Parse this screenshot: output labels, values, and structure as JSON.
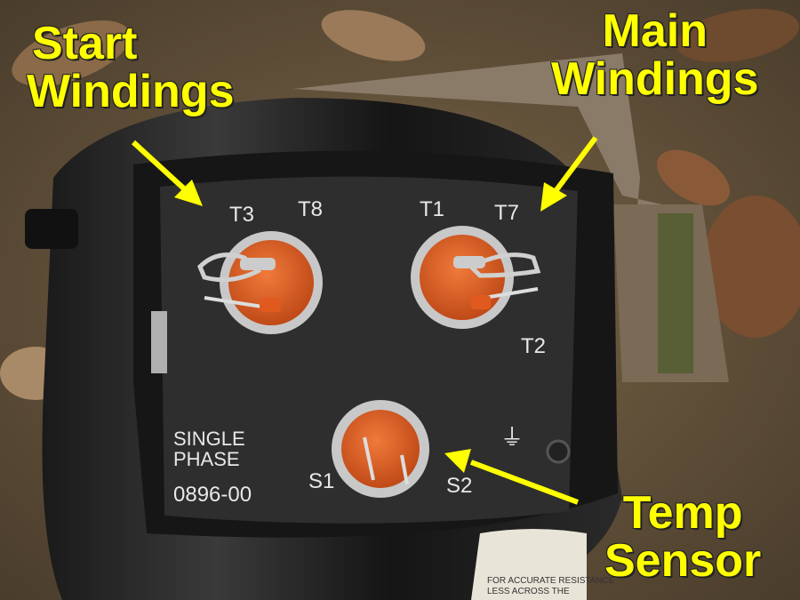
{
  "callouts": {
    "start_line1": "Start",
    "start_line2": "Windings",
    "main_line1": "Main",
    "main_line2": "Windings",
    "temp_line1": "Temp",
    "temp_line2": "Sensor"
  },
  "plate": {
    "terminals": {
      "t3": "T3",
      "t8": "T8",
      "t1": "T1",
      "t7": "T7",
      "t2": "T2",
      "s1": "S1",
      "s2": "S2",
      "ground": "⏚"
    },
    "phase_line1": "SINGLE",
    "phase_line2": "PHASE",
    "model": "0896-00"
  },
  "sticker": {
    "line1": "FOR ACCURATE RESISTANCE",
    "line2": "LESS ACROSS THE"
  },
  "colors": {
    "callout": "#ffff00",
    "arrow": "#ffff00",
    "plate": "#2e2e2e",
    "terminal": "#d9581f"
  }
}
